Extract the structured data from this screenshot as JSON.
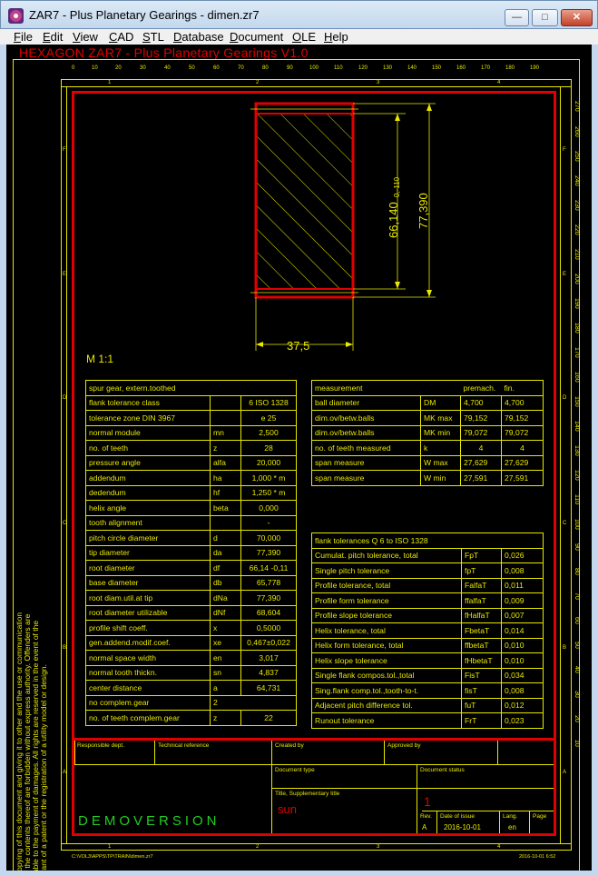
{
  "window": {
    "title": "ZAR7 - Plus Planetary Gearings  -  dimen.zr7",
    "minimize_label": "—",
    "maximize_label": "□",
    "close_label": "✕"
  },
  "menu": [
    "File",
    "Edit",
    "View",
    "CAD",
    "STL",
    "Database",
    "Document",
    "OLE",
    "Help"
  ],
  "header": {
    "title": "HEXAGON   ZAR7 - Plus Planetary Gearings  V1.0"
  },
  "ruler": {
    "top_numbers": [
      "0",
      "10",
      "20",
      "30",
      "40",
      "50",
      "60",
      "70",
      "80",
      "90",
      "100",
      "110",
      "120",
      "130",
      "140",
      "150",
      "160",
      "170",
      "180",
      "190"
    ],
    "columns": [
      "1",
      "2",
      "3",
      "4"
    ],
    "rows": [
      "F",
      "E",
      "D",
      "C",
      "B",
      "A"
    ],
    "right_numbers": [
      "270",
      "260",
      "250",
      "240",
      "230",
      "220",
      "210",
      "200",
      "190",
      "180",
      "170",
      "160",
      "150",
      "140",
      "130",
      "120",
      "110",
      "100",
      "90",
      "80",
      "70",
      "60",
      "50",
      "40",
      "30",
      "20",
      "10"
    ]
  },
  "copyright_note": "Copying of this document and giving it to other and the use or communication of the contents thereof are forbidden without express authority. Offenders are liable to the payment of damages. All rights are reserved in the event of the grant of a patent or the registration of a utility model or design.",
  "drawing": {
    "dim_inner": "66,140",
    "dim_inner_tol": "0,-110",
    "dim_outer": "77,390",
    "dim_width": "37,5",
    "scale": "M 1:1"
  },
  "gear_table": {
    "heading": "spur gear, extern.toothed",
    "rows": [
      [
        "flank tolerance class",
        "",
        "6 ISO 1328"
      ],
      [
        "tolerance zone DIN 3967",
        "",
        "e 25"
      ],
      [
        "normal module",
        "mn",
        "2,500"
      ],
      [
        "no. of teeth",
        "z",
        "28"
      ],
      [
        "pressure angle",
        "alfa",
        "20,000"
      ],
      [
        "addendum",
        "ha",
        "1,000 * m"
      ],
      [
        "dedendum",
        "hf",
        "1,250 * m"
      ],
      [
        "helix angle",
        "beta",
        "0,000"
      ],
      [
        "tooth alignment",
        "",
        "-"
      ],
      [
        "pitch circle diameter",
        "d",
        "70,000"
      ],
      [
        "tip diameter",
        "da",
        "77,390"
      ],
      [
        "root diameter",
        "df",
        "66,14 -0,11"
      ],
      [
        "base diameter",
        "db",
        "65,778"
      ],
      [
        "root diam.util.at tip",
        "dNa",
        "77,390"
      ],
      [
        "root diameter utilizable",
        "dNf",
        "68,604"
      ],
      [
        "profile shift coeff.",
        "x",
        "0,5000"
      ],
      [
        "gen.addend.modif.coef.",
        "xe",
        "0,467±0,022"
      ],
      [
        "normal space width",
        "en",
        "3,017"
      ],
      [
        "normal tooth thickn.",
        "sn",
        "4,837"
      ],
      [
        "center distance",
        "a",
        "64,731"
      ],
      [
        "no complem.gear",
        "",
        "2"
      ],
      [
        "no. of teeth complem.gear",
        "z",
        "22"
      ]
    ]
  },
  "measure_table": {
    "heading": [
      "measurement",
      "",
      "premach.",
      "fin."
    ],
    "rows": [
      [
        "ball diameter",
        "DM",
        "4,700",
        "4,700"
      ],
      [
        "dim.ov/betw.balls",
        "MK max",
        "79,152",
        "79,152"
      ],
      [
        "dim.ov/betw.balls",
        "MK min",
        "79,072",
        "79,072"
      ],
      [
        "no. of teeth measured",
        "k",
        "4",
        "4"
      ],
      [
        "span measure",
        "W max",
        "27,629",
        "27,629"
      ],
      [
        "span measure",
        "W min",
        "27,591",
        "27,591"
      ]
    ]
  },
  "flank_table": {
    "heading": "flank tolerances  Q 6 to ISO 1328",
    "rows": [
      [
        "Cumulat. pitch tolerance, total",
        "FpT",
        "0,026"
      ],
      [
        "Single pitch tolerance",
        "fpT",
        "0,008"
      ],
      [
        "Profile tolerance, total",
        "FalfaT",
        "0,011"
      ],
      [
        "Profile form tolerance",
        "ffalfaT",
        "0,009"
      ],
      [
        "Profile slope tolerance",
        "fHalfaT",
        "0,007"
      ],
      [
        "Helix tolerance, total",
        "FbetaT",
        "0,014"
      ],
      [
        "Helix form tolerance, total",
        "ffbetaT",
        "0,010"
      ],
      [
        "Helix slope tolerance",
        "fHbetaT",
        "0,010"
      ],
      [
        "Single flank compos.tol.,total",
        "FisT",
        "0,034"
      ],
      [
        "Sing.flank comp.tol.,tooth-to-t.",
        "fisT",
        "0,008"
      ],
      [
        "Adjacent pitch difference tol.",
        "fuT",
        "0,012"
      ],
      [
        "Runout tolerance",
        "FrT",
        "0,023"
      ]
    ]
  },
  "title_block": {
    "responsible": "Responsible dept.",
    "technical": "Technical reference",
    "created_by": "Created by",
    "approved_by": "Approved by",
    "doc_type": "Document type",
    "doc_status": "Document status",
    "title": "Title, Supplementary title",
    "title_value": "sun",
    "doc_number": "1",
    "rev": "Rev.",
    "rev_value": "A",
    "date_issue": "Date of issue",
    "date_value": "2016-10-01",
    "lang": "Lang.",
    "lang_value": "en",
    "page": "Page",
    "demo": "DEMOVERSION"
  },
  "footer": {
    "path": "C:\\VOL3\\APPS\\TP\\TRAIN\\dimen.zr7",
    "date": "2016-10-01 6:52"
  },
  "colors": {
    "drawing_yellow": "#e8e800",
    "frame_red": "#e00000",
    "demo_green": "#22cc22"
  }
}
